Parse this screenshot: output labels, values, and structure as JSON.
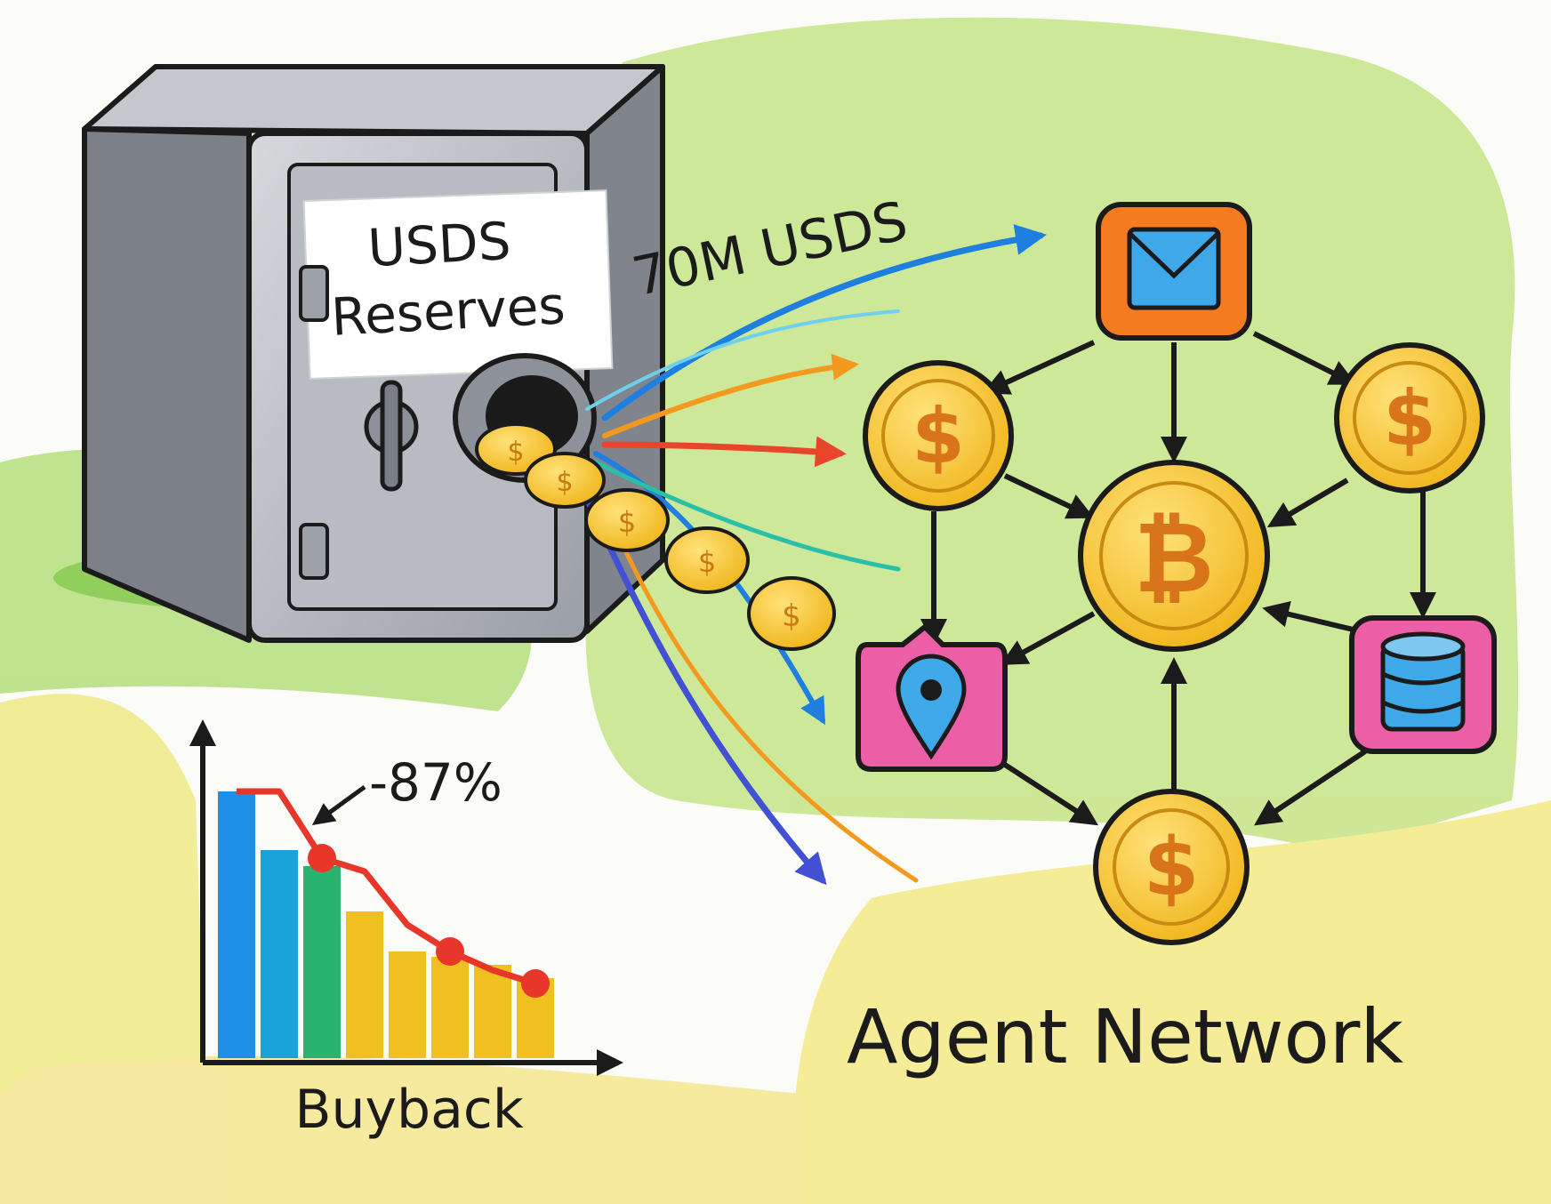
{
  "vault": {
    "label_line1": "USDS",
    "label_line2": "Reserves"
  },
  "flow": {
    "amount_label": "70M USDS"
  },
  "network": {
    "title": "Agent Network",
    "nodes": [
      {
        "id": "mail",
        "icon": "envelope-icon",
        "color": "#f47b20"
      },
      {
        "id": "coin-left",
        "icon": "dollar-coin-icon",
        "color": "#f4c430"
      },
      {
        "id": "coin-right",
        "icon": "dollar-coin-icon",
        "color": "#f4c430"
      },
      {
        "id": "hub",
        "icon": "bitcoin-coin-icon",
        "color": "#f4c430"
      },
      {
        "id": "location",
        "icon": "map-pin-icon",
        "color": "#ec5fa6"
      },
      {
        "id": "database",
        "icon": "database-icon",
        "color": "#ec5fa6"
      },
      {
        "id": "coin-bottom",
        "icon": "dollar-coin-icon",
        "color": "#f4c430"
      }
    ],
    "coin_symbols": {
      "dollar": "$",
      "bitcoin": "₿"
    }
  },
  "buyback_chart": {
    "change_label": "-87%",
    "xlabel": "Buyback"
  },
  "chart_data": {
    "type": "bar",
    "xlabel": "Buyback",
    "categories": [
      "",
      "",
      "",
      "",
      "",
      "",
      "",
      ""
    ],
    "values": [
      100,
      78,
      72,
      55,
      40,
      38,
      35,
      30
    ],
    "series": [
      {
        "values": [
          100,
          100,
          75,
          70,
          50,
          40,
          33,
          28
        ]
      }
    ],
    "bar_colors": [
      "#1e90e8",
      "#1aa3d9",
      "#28b46e",
      "#f0c020",
      "#f0c020",
      "#f0c020",
      "#f0c020",
      "#f0c020"
    ],
    "line_color": "#e8372a",
    "annotation": "-87%",
    "ylim": [
      0,
      110
    ]
  }
}
